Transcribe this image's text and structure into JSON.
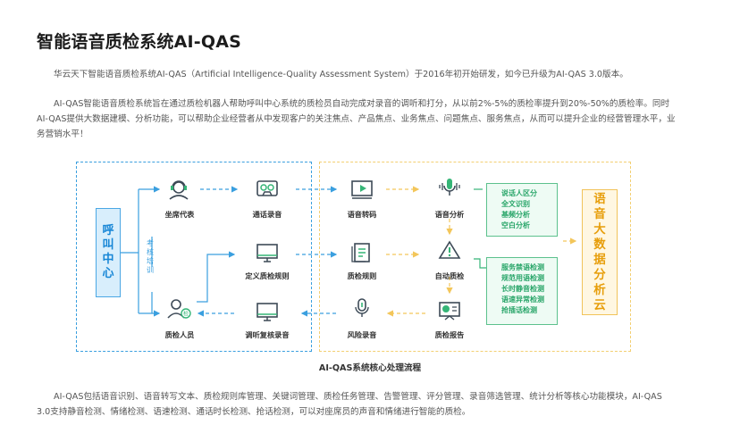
{
  "title": "智能语音质检系统AI-QAS",
  "paragraphs": {
    "intro": "华云天下智能语音质检系统AI-QAS（Artificial Intelligence-Quality Assessment System）于2016年初开始研发，如今已升级为AI-QAS 3.0版本。",
    "purpose": "AI-QAS智能语音质检系统旨在通过质检机器人帮助呼叫中心系统的质检员自动完成对录音的调听和打分，从以前2%-5%的质检率提升到20%-50%的质检率。同时AI-QAS提供大数据建模、分析功能，可以帮助企业经营者从中发现客户的关注焦点、产品焦点、业务焦点、问题焦点、服务焦点，从而可以提升企业的经营管理水平，业务营销水平！",
    "modules": "AI-QAS包括语音识别、语音转写文本、质检规则库管理、关键词管理、质检任务管理、告警管理、评分管理、录音筛选管理、统计分析等核心功能模块，AI-QAS 3.0支持静音检测、情绪检测、语速检测、通话时长检测、抢话检测，可以对座席员的声音和情绪进行智能的质检。"
  },
  "diagram": {
    "call_center": "呼叫中心",
    "training_label": "考核培训",
    "big_data_cloud": "语音大数据分析云",
    "caption": "AI-QAS系统核心处理流程",
    "nodes": {
      "agent": "坐席代表",
      "call_recording": "通话录音",
      "speech_transcode": "语音转码",
      "speech_analysis": "语音分析",
      "custom_rules": "定义质检规则",
      "qa_rules": "质检规则",
      "auto_qa": "自动质检",
      "qa_staff": "质检人员",
      "review_recording": "调听复核录音",
      "risk_recording": "风险录音",
      "qa_report": "质检报告"
    },
    "analysis_items": [
      "说话人区分",
      "全文识别",
      "基频分析",
      "空白分析"
    ],
    "qa_items": [
      "服务禁语检测",
      "规范用语检测",
      "长时静音检测",
      "语速异常检测",
      "抢插话检测"
    ],
    "colors": {
      "blue": "#3a9fdf",
      "orange": "#f3c65a",
      "green": "#35b577",
      "icon_dark": "#3d4a57"
    }
  }
}
